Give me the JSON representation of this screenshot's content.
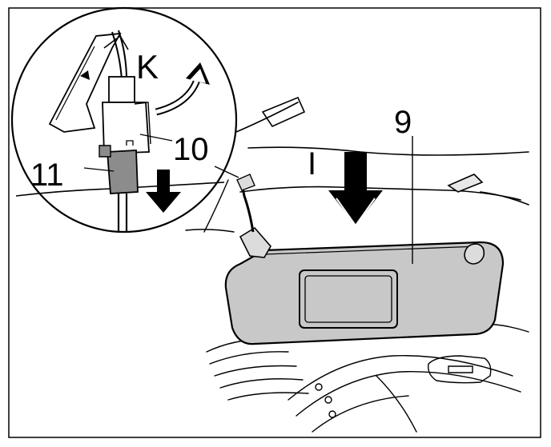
{
  "labels": {
    "visor": "9",
    "connector_upper": "10",
    "connector_lower": "11",
    "detail_k": "K",
    "step_i": "I"
  },
  "colors": {
    "line": "#000000",
    "visor_fill": "#c8c8c8",
    "part_fill": "#dcdcdc",
    "connector_fill": "#8c8c8c",
    "background": "#ffffff"
  },
  "icons": {
    "down_arrow": "arrow-down-icon",
    "curved_arrow": "curved-arrow-icon"
  }
}
